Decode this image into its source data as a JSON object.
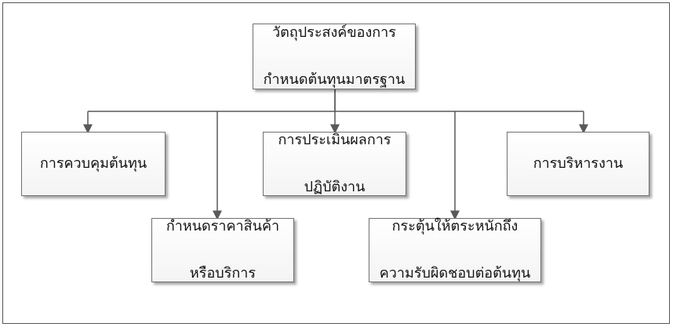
{
  "diagram": {
    "root": {
      "line1": "วัตถุประสงค์ของการ",
      "line2": "กำหนดต้นทุนมาตรฐาน"
    },
    "children": [
      {
        "id": "cost-control",
        "text": "การควบคุมต้นทุน"
      },
      {
        "id": "pricing",
        "line1": "กำหนดราคาสินค้า",
        "line2": "หรือบริการ"
      },
      {
        "id": "performance-eval",
        "line1": "การประเมินผลการ",
        "line2": "ปฏิบัติงาน"
      },
      {
        "id": "cost-awareness",
        "line1": "กระตุ้นให้ตระหนักถึง",
        "line2": "ความรับผิดชอบต่อต้นทุน"
      },
      {
        "id": "management",
        "text": "การบริหารงาน"
      }
    ],
    "colors": {
      "line": "#595959",
      "border": "#707070",
      "text": "#111111"
    }
  }
}
